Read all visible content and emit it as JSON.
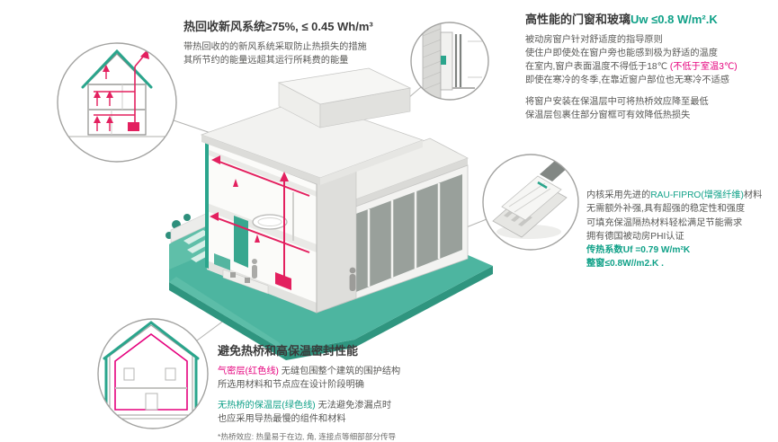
{
  "colors": {
    "accent_teal": "#10a188",
    "ground_teal": "#4db5a0",
    "duct_red": "#e3205f",
    "label_magenta": "#e5007d",
    "text_dark": "#3a3a3a",
    "text_body": "#585856"
  },
  "heat_recovery": {
    "title": "热回收新风系统≥75%, ≤ 0.45 Wh/m³",
    "line1": "带热回收的的新风系统采取防止热损失的措施",
    "line2": "其所节约的能量远超其运行所耗费的能量"
  },
  "windows": {
    "title_main": "高性能的门窗和玻璃",
    "title_value": "Uw ≤0.8 W/m².K",
    "line1": "被动房窗户针对舒适度的指导原则",
    "line2": "使住户即使处在窗户旁也能感到极为舒适的温度",
    "line3_prefix": "在室内,窗户表面温度不得低于18℃ ",
    "line3_highlight": "(不低于室温3℃)",
    "line4": "即使在寒冷的冬季,在靠近窗户部位也无寒冷不适感",
    "line5": "将窗户安装在保温层中可将热桥效应降至最低",
    "line6": "保温层包裹住部分窗框可有效降低热损失"
  },
  "profile": {
    "line1_prefix": "内核采用先进的",
    "line1_highlight": "RAU-FIPRO(增强纤维)",
    "line1_suffix": "材料",
    "line2": "无需额外补强,具有超强的稳定性和强度",
    "line3": "可填充保温隔热材料轻松满足节能需求",
    "line4": "拥有德国被动房PHI认证",
    "uf_value": "传热系数Uf =0.79 W/m²K",
    "uw_value": "整窗≤0.8W//m2.K ."
  },
  "thermal": {
    "title": "避免热桥和高保温密封性能",
    "airtight_label": "气密层(红色线)",
    "airtight_text": " 无缝包围整个建筑的围护结构",
    "line2": "所选用材料和节点应在设计阶段明确",
    "insulation_label": "无热桥的保温层(绿色线)",
    "insulation_text": " 无法避免渗漏点时",
    "line4": "也应采用导热最慢的组件和材料",
    "footnote": "*热桥效应: 热量易于在边, 角, 连接点等细部部分传导"
  },
  "illustration": {
    "building": "passive-house-cutaway",
    "insets": [
      "ventilation-section",
      "window-installation-section",
      "window-profile",
      "thermal-envelope-section"
    ]
  }
}
